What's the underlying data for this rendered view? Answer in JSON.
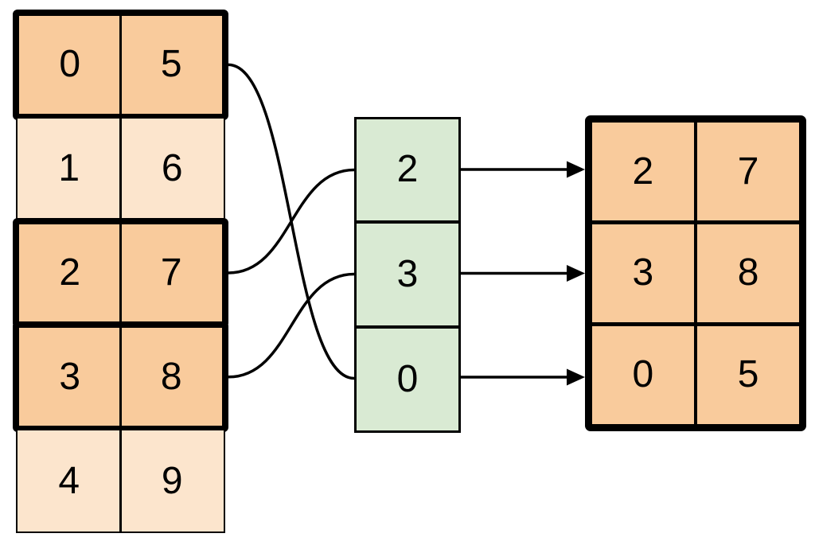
{
  "colors": {
    "background": "#ffffff",
    "highlight_row_fill": "#f9cb9c",
    "plain_row_fill": "#fce5cd",
    "index_fill": "#d9ead3",
    "result_fill": "#f9cb9c",
    "line": "#000000"
  },
  "source_table": {
    "rows": [
      {
        "cells": [
          "0",
          "5"
        ],
        "highlighted": true
      },
      {
        "cells": [
          "1",
          "6"
        ],
        "highlighted": false
      },
      {
        "cells": [
          "2",
          "7"
        ],
        "highlighted": true
      },
      {
        "cells": [
          "3",
          "8"
        ],
        "highlighted": true
      },
      {
        "cells": [
          "4",
          "9"
        ],
        "highlighted": false
      }
    ]
  },
  "index_column": {
    "cells": [
      "2",
      "3",
      "0"
    ]
  },
  "result_table": {
    "rows": [
      [
        "2",
        "7"
      ],
      [
        "3",
        "8"
      ],
      [
        "0",
        "5"
      ]
    ]
  },
  "connections": {
    "curves": [
      {
        "from_source_row": 0,
        "to_index_cell": 2
      },
      {
        "from_source_row": 2,
        "to_index_cell": 0
      },
      {
        "from_source_row": 3,
        "to_index_cell": 1
      }
    ],
    "arrows": [
      {
        "from_index_cell": 0,
        "to_result_row": 0
      },
      {
        "from_index_cell": 1,
        "to_result_row": 1
      },
      {
        "from_index_cell": 2,
        "to_result_row": 2
      }
    ]
  }
}
